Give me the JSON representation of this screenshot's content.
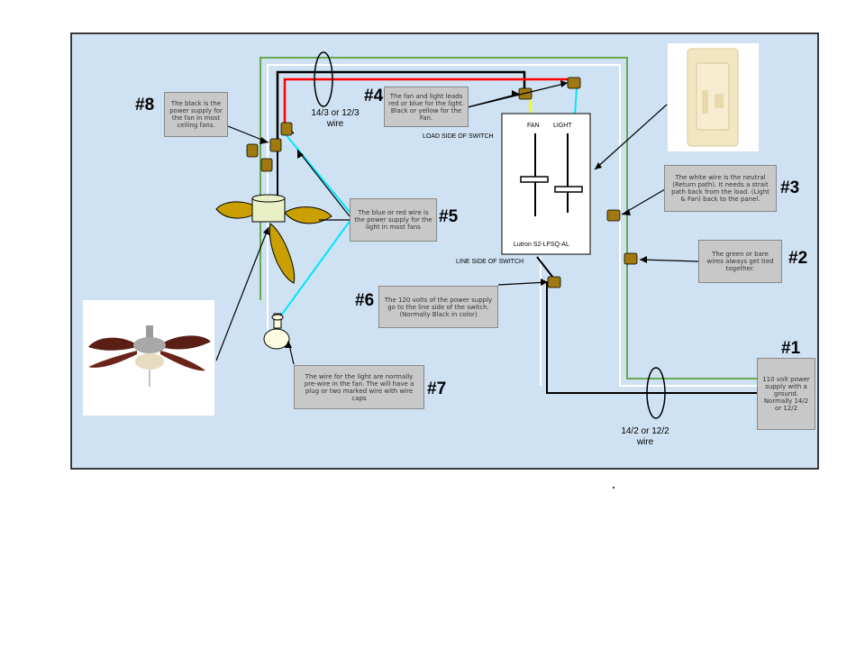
{
  "wire_labels": {
    "top_wire": "14/3 or 12/3\nwire",
    "bottom_wire": "14/2 or 12/2\nwire"
  },
  "switch": {
    "load_side": "LOAD SIDE OF SWITCH",
    "line_side": "LINE SIDE OF SWITCH",
    "fan": "FAN",
    "light": "LIGHT",
    "model": "Lutron S2-LFSQ-AL"
  },
  "callouts": [
    {
      "id": "8",
      "number": "#8",
      "text": "The black is the power supply for the fan in most ceiling fans."
    },
    {
      "id": "4",
      "number": "#4",
      "text": "The fan and light leads red or blue for the light. Black or yellow for the Fan."
    },
    {
      "id": "5",
      "number": "#5",
      "text": "The blue or red wire is the power supply for the light in most fans"
    },
    {
      "id": "3",
      "number": "#3",
      "text": "The white wire is the neutral (Return path). It needs a strait path back from the load. (Light & Fan) back to the panel."
    },
    {
      "id": "2",
      "number": "#2",
      "text": "The green or bare wires always get tied together."
    },
    {
      "id": "6",
      "number": "#6",
      "text": "The 120 volts of the power supply go to the line side of the switch. (Normally Black in color)"
    },
    {
      "id": "7",
      "number": "#7",
      "text": "The wire for the light are normally pre-wire in the fan. The will have a plug or two marked wire with wire caps"
    },
    {
      "id": "1",
      "number": "#1",
      "text": "110 volt power supply with a ground. Normally 14/2 or 12/2"
    }
  ],
  "colors": {
    "panel_bg": "#cfe2f3",
    "note_bg": "#c8c8c8",
    "wire_black": "#000000",
    "wire_red": "#ff0000",
    "wire_white": "#ffffff",
    "wire_green": "#6aa84f",
    "wire_cyan": "#00e5ff",
    "wire_yellow": "#ffff00",
    "wire_nut": "#a07a10",
    "fan_blade": "#c9a000"
  }
}
